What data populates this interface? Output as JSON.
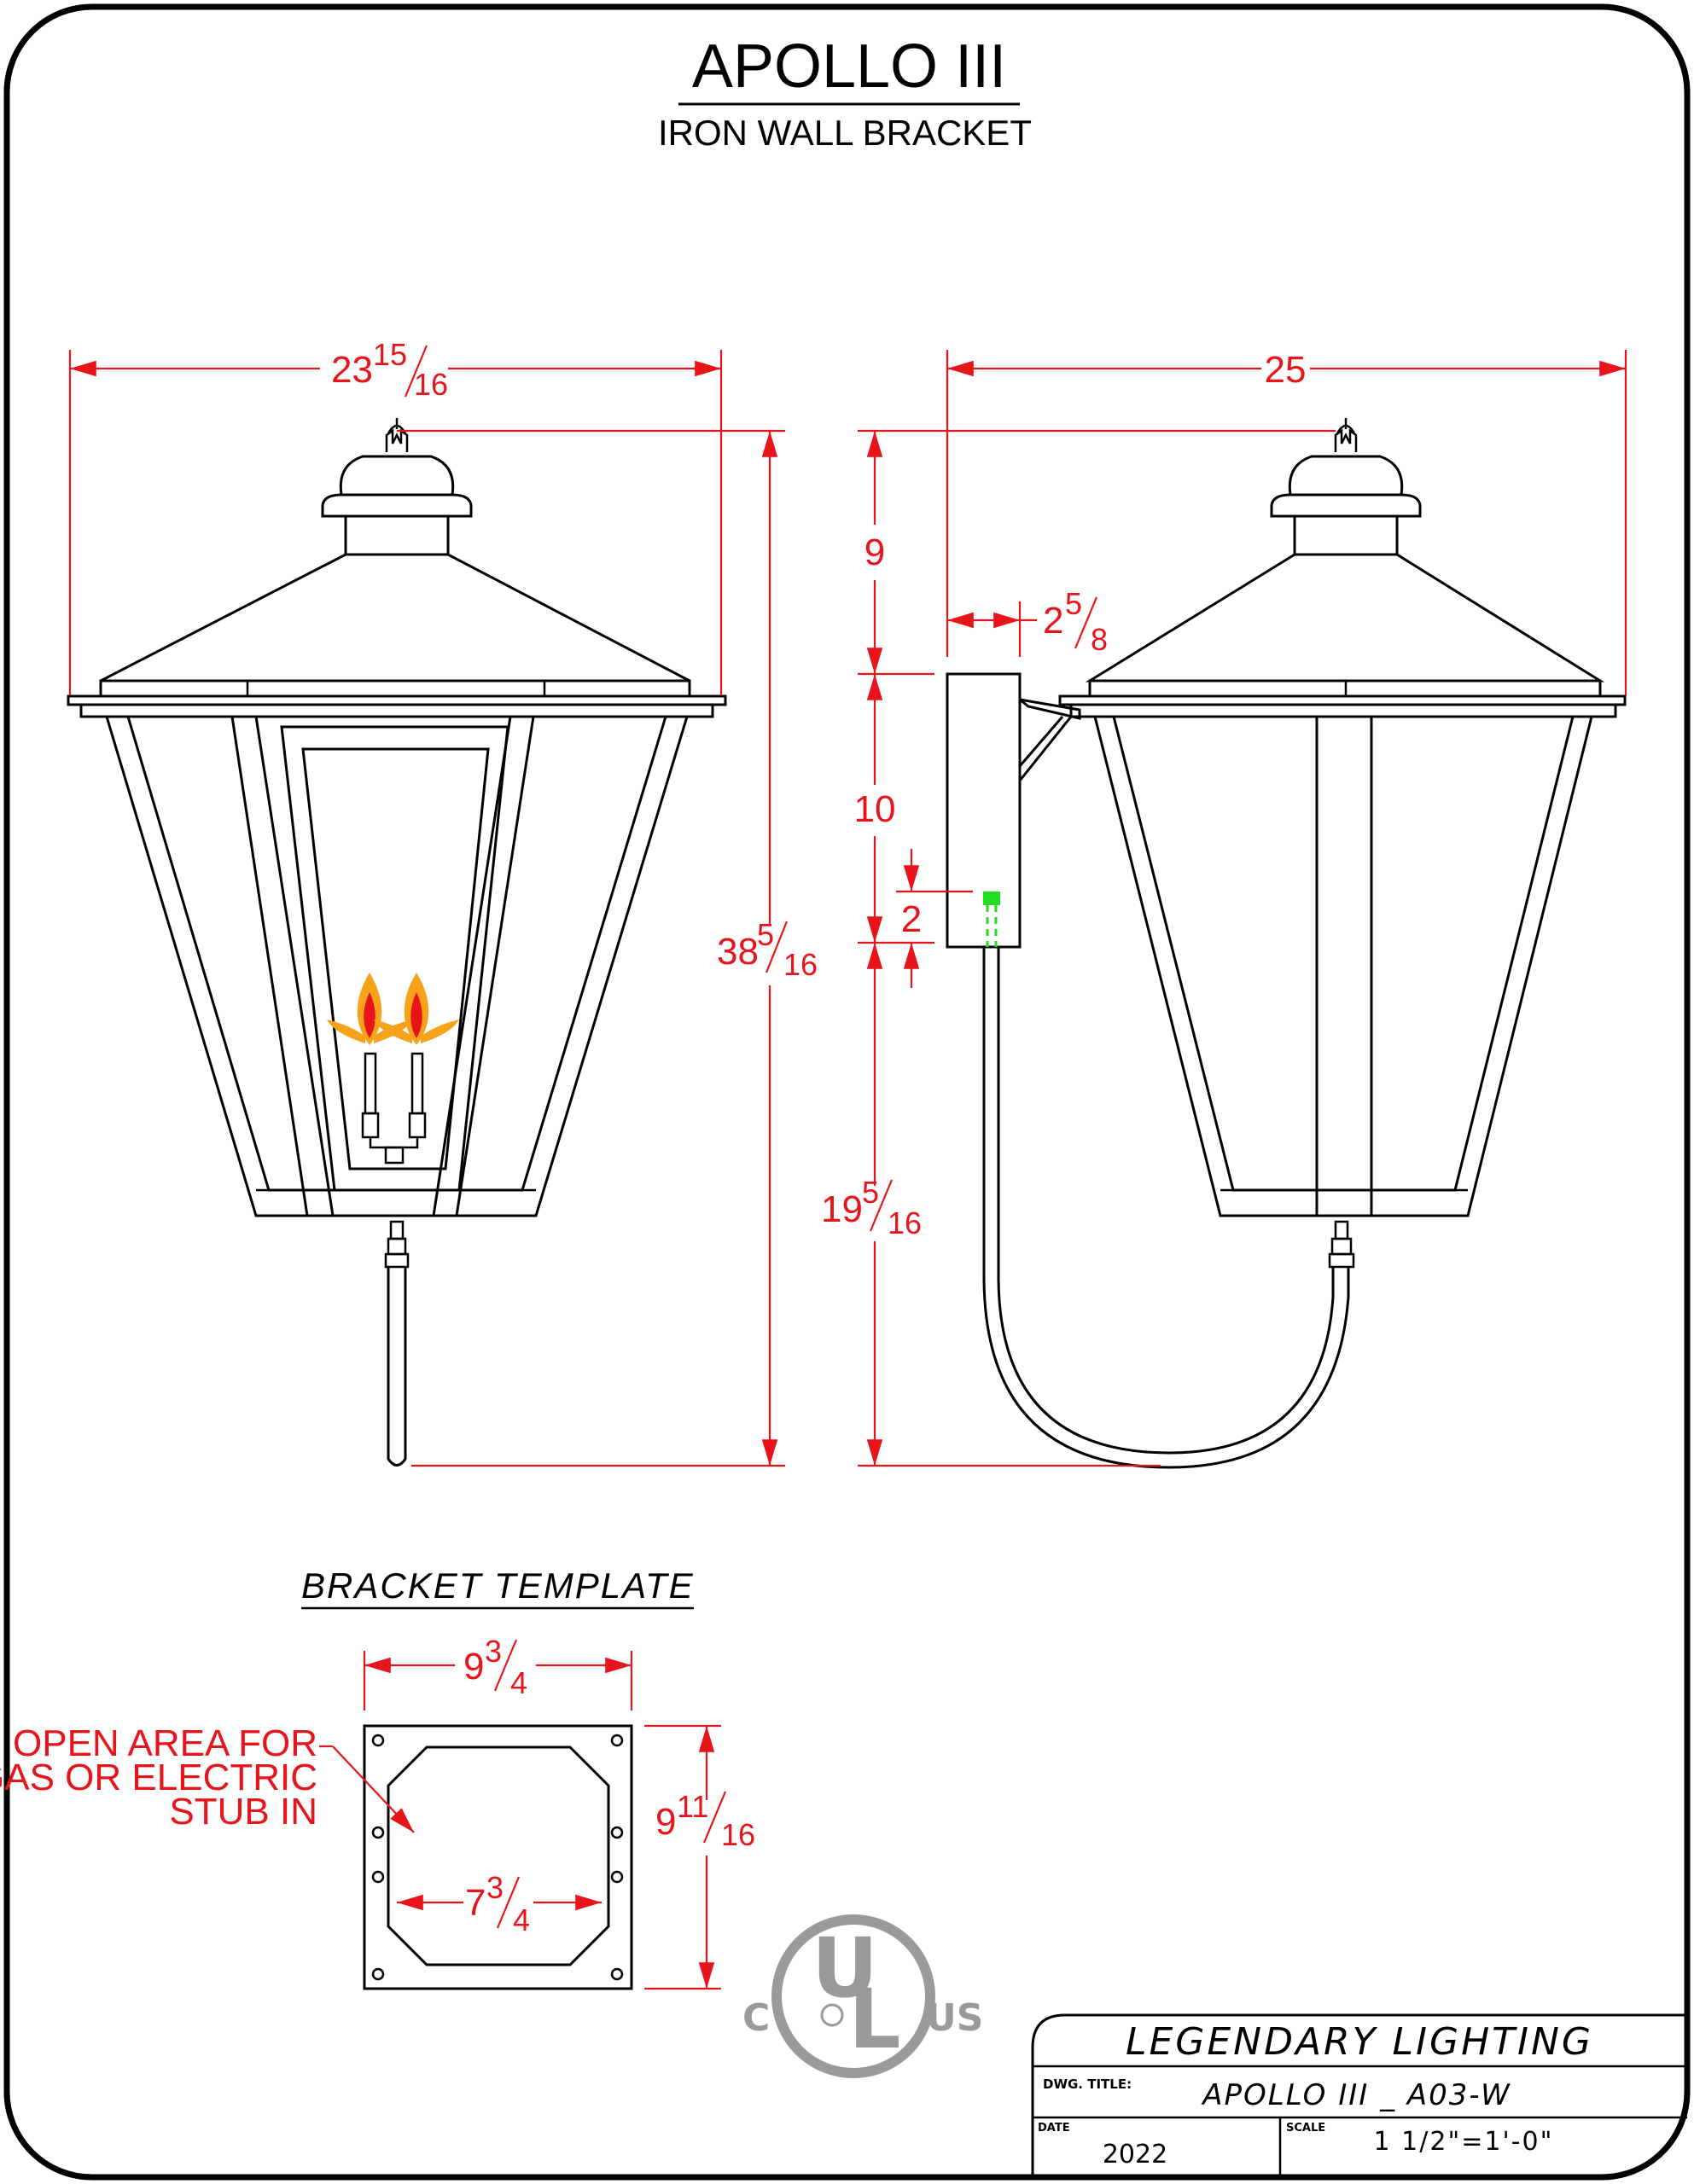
{
  "title": "APOLLO III",
  "subtitle": "IRON WALL BRACKET",
  "dimensions": {
    "front_width": {
      "whole": "23",
      "num": "15",
      "den": "16"
    },
    "front_height": {
      "whole": "38",
      "num": "5",
      "den": "16"
    },
    "side_width": "25",
    "side_top": "9",
    "side_bracket_depth": {
      "whole": "2",
      "num": "5",
      "den": "8"
    },
    "side_mid": "10",
    "side_small": "2",
    "side_lower": {
      "whole": "19",
      "num": "5",
      "den": "16"
    },
    "template_width": {
      "whole": "9",
      "num": "3",
      "den": "4"
    },
    "template_height": {
      "whole": "9",
      "num": "11",
      "den": "16"
    },
    "template_inner": {
      "whole": "7",
      "num": "3",
      "den": "4"
    }
  },
  "bracket_template": {
    "heading": "BRACKET TEMPLATE",
    "note_line1": "OPEN AREA FOR",
    "note_line2": "GAS OR ELECTRIC",
    "note_line3": "STUB IN"
  },
  "ul_mark": {
    "left": "C",
    "center": "UL",
    "right": "US"
  },
  "title_block": {
    "company": "LEGENDARY LIGHTING",
    "dwg_title_label": "DWG. TITLE:",
    "dwg_title": "APOLLO III _ A03-W",
    "date_label": "DATE",
    "date": "2022",
    "scale_label": "SCALE",
    "scale": "1 1/2\"=1'-0\""
  },
  "colors": {
    "dimension": "#e8141b",
    "line": "#000000",
    "gas_marker": "#22dd22",
    "flame_outer": "#f7a21b",
    "flame_inner": "#e8141b"
  }
}
